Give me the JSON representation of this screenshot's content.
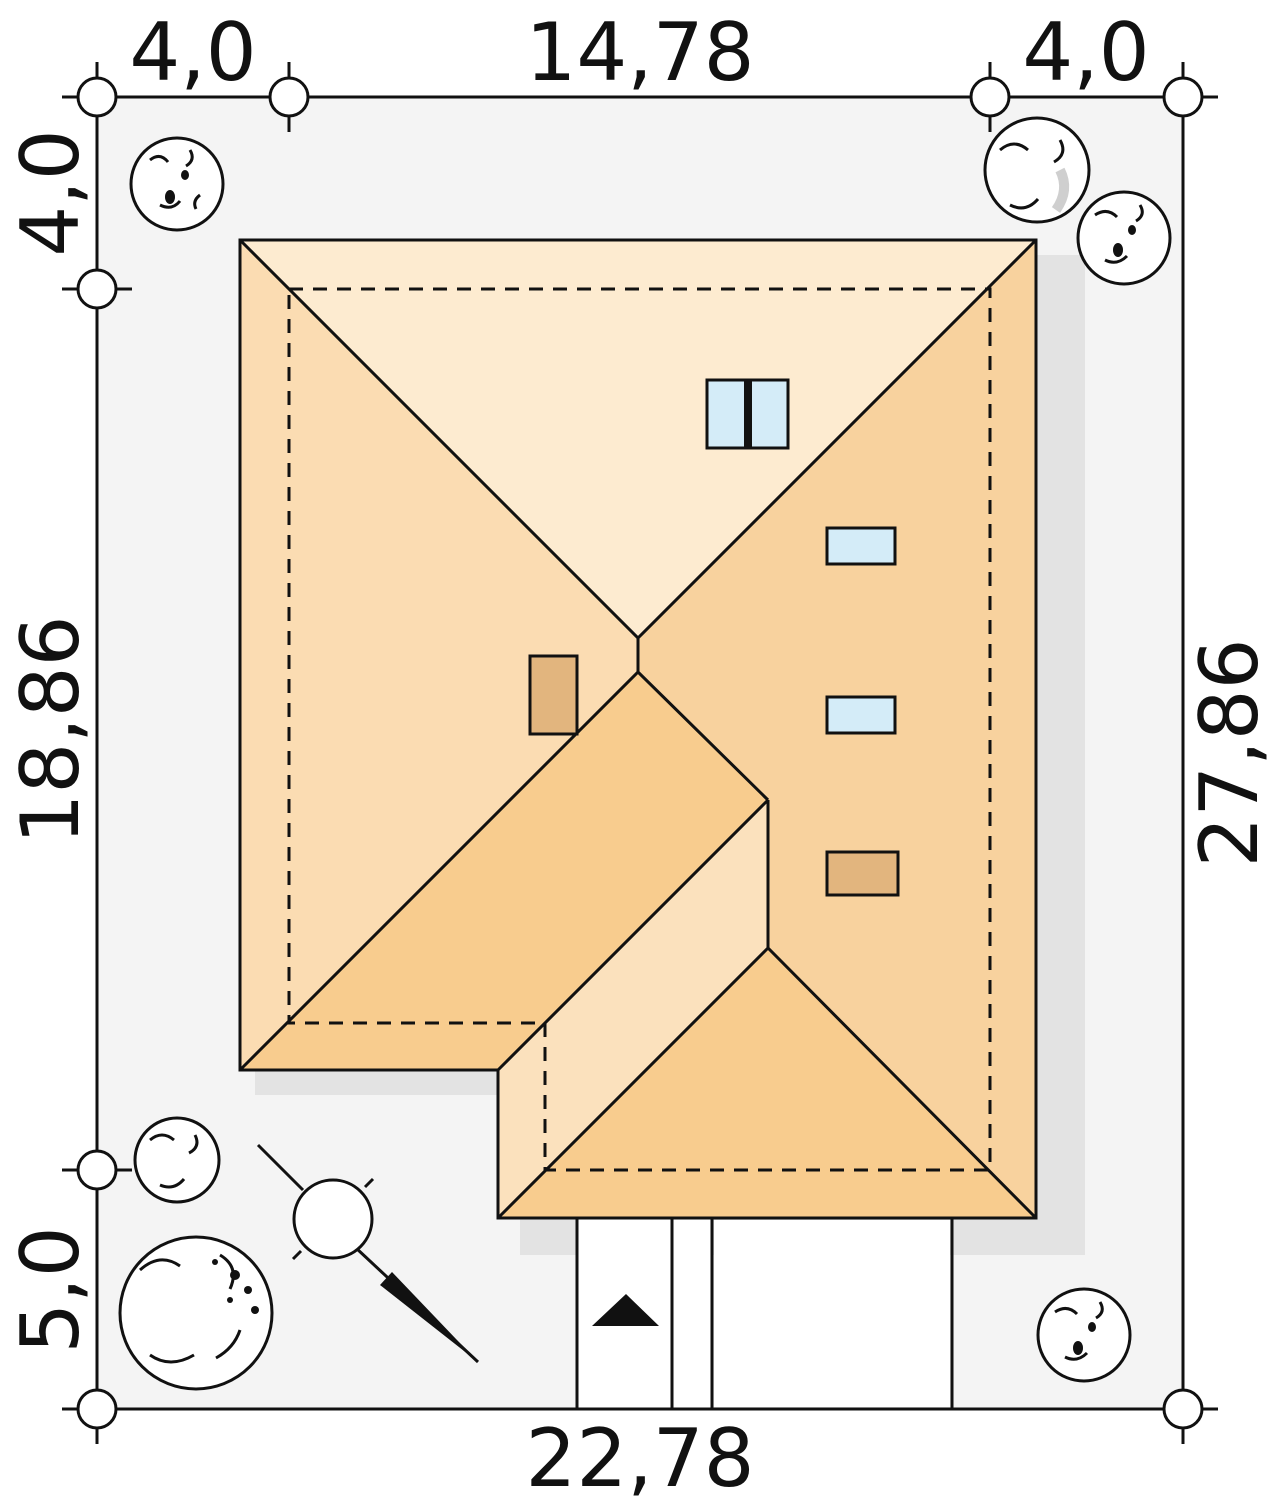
{
  "dimensions": {
    "top_left_setback": "4,0",
    "top_building_width": "14,78",
    "top_right_setback": "4,0",
    "bottom_total_width": "22,78",
    "left_top_setback": "4,0",
    "left_building_depth": "18,86",
    "left_bottom_setback": "5,0",
    "right_total_depth": "27,86"
  },
  "colors": {
    "plot": "#f4f4f4",
    "roof_light": "#fdebd0",
    "roof_mid": "#fbdcb2",
    "roof_dark": "#f8cc8e",
    "skylight": "#d4ecf8",
    "chimney": "#e2b57e"
  },
  "icons": {
    "compass": "north-arrow-icon",
    "entrance": "entrance-triangle-icon",
    "tree": "tree-icon"
  }
}
